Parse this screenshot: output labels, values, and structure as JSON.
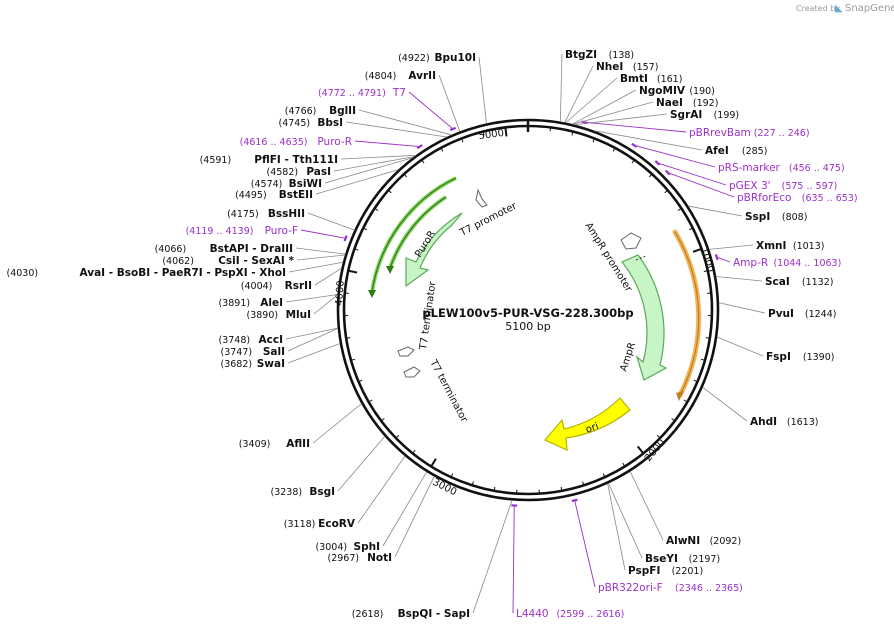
{
  "credit": {
    "prefix": "Created by",
    "brand": "SnapGene"
  },
  "plasmid": {
    "name": "pLEW100v5-PUR-VSG-228.300bp",
    "length_label": "5100 bp",
    "length": 5100
  },
  "ticks": [
    "1000",
    "2000",
    "3000",
    "4000",
    "5000"
  ],
  "features": [
    {
      "label": "AmpR promoter"
    },
    {
      "label": "AmpR"
    },
    {
      "label": "ori"
    },
    {
      "label": "T7 promoter"
    },
    {
      "label": "PuroR"
    },
    {
      "label": "T7 terminator"
    },
    {
      "label": "T7 terminator"
    }
  ],
  "sites": [
    {
      "name": "BtgZI",
      "pos": "(138)"
    },
    {
      "name": "NheI",
      "pos": "(157)"
    },
    {
      "name": "BmtI",
      "pos": "(161)"
    },
    {
      "name": "NgoMIV",
      "pos": "(190)"
    },
    {
      "name": "NaeI",
      "pos": "(192)"
    },
    {
      "name": "SgrAI",
      "pos": "(199)"
    },
    {
      "name": "AfeI",
      "pos": "(285)"
    },
    {
      "name": "SspI",
      "pos": "(808)"
    },
    {
      "name": "XmnI",
      "pos": "(1013)"
    },
    {
      "name": "ScaI",
      "pos": "(1132)"
    },
    {
      "name": "PvuI",
      "pos": "(1244)"
    },
    {
      "name": "FspI",
      "pos": "(1390)"
    },
    {
      "name": "AhdI",
      "pos": "(1613)"
    },
    {
      "name": "AlwNI",
      "pos": "(2092)"
    },
    {
      "name": "BseYI",
      "pos": "(2197)"
    },
    {
      "name": "PspFI",
      "pos": "(2201)"
    },
    {
      "name": "BspQI - SapI",
      "pos": "(2618)"
    },
    {
      "name": "NotI",
      "pos": "(2967)"
    },
    {
      "name": "SphI",
      "pos": "(3004)"
    },
    {
      "name": "EcoRV",
      "pos": "(3118)"
    },
    {
      "name": "BsgI",
      "pos": "(3238)"
    },
    {
      "name": "AflII",
      "pos": "(3409)"
    },
    {
      "name": "SwaI",
      "pos": "(3682)"
    },
    {
      "name": "SalI",
      "pos": "(3747)"
    },
    {
      "name": "AccI",
      "pos": "(3748)"
    },
    {
      "name": "MluI",
      "pos": "(3890)"
    },
    {
      "name": "AleI",
      "pos": "(3891)"
    },
    {
      "name": "RsrII",
      "pos": "(4004)"
    },
    {
      "name": "AvaI - BsoBI - PaeR7I - PspXI - XhoI",
      "pos": "(4030)"
    },
    {
      "name": "CsiI - SexAI *",
      "pos": "(4062)"
    },
    {
      "name": "BstAPI - DraIII",
      "pos": "(4066)"
    },
    {
      "name": "BssHII",
      "pos": "(4175)"
    },
    {
      "name": "BstEII",
      "pos": "(4495)"
    },
    {
      "name": "BsiWI",
      "pos": "(4574)"
    },
    {
      "name": "PasI",
      "pos": "(4582)"
    },
    {
      "name": "PflFI - Tth111I",
      "pos": "(4591)"
    },
    {
      "name": "BbsI",
      "pos": "(4745)"
    },
    {
      "name": "BglII",
      "pos": "(4766)"
    },
    {
      "name": "AvrII",
      "pos": "(4804)"
    },
    {
      "name": "Bpu10I",
      "pos": "(4922)"
    }
  ],
  "primers": [
    {
      "name": "pBRrevBam",
      "range": "(227 .. 246)"
    },
    {
      "name": "pRS-marker",
      "range": "(456 .. 475)"
    },
    {
      "name": "pGEX 3'",
      "range": "(575 .. 597)"
    },
    {
      "name": "pBRforEco",
      "range": "(635 .. 653)"
    },
    {
      "name": "Amp-R",
      "range": "(1044 .. 1063)"
    },
    {
      "name": "pBR322ori-F",
      "range": "(2346 .. 2365)"
    },
    {
      "name": "L4440",
      "range": "(2599 .. 2616)"
    },
    {
      "name": "Puro-F",
      "range": "(4119 .. 4139)"
    },
    {
      "name": "Puro-R",
      "range": "(4616 .. 4635)"
    },
    {
      "name": "T7",
      "range": "(4772 .. 4791)"
    }
  ],
  "colors": {
    "backbone": "#111111",
    "ampr_fill": "#c8f5c6",
    "ampr_stroke": "#5aa85a",
    "ori_fill": "#ffff00",
    "ori_stroke": "#b5b500",
    "puror_fill": "#c8f5c6",
    "puror_stroke": "#5aa85a",
    "highlight_orange": "#f7c77a",
    "highlight_green": "#9ee07a",
    "primer": "#9b30c9",
    "leader": "#888888"
  }
}
